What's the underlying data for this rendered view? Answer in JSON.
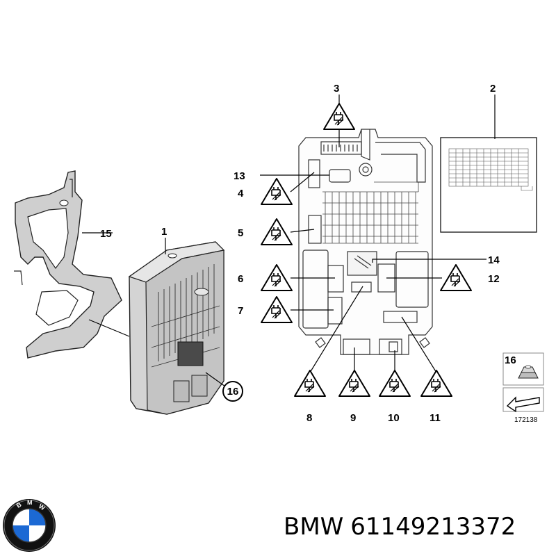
{
  "callouts": {
    "c1": "1",
    "c2": "2",
    "c3": "3",
    "c4": "4",
    "c5": "5",
    "c6": "6",
    "c7": "7",
    "c8": "8",
    "c9": "9",
    "c10": "10",
    "c11": "11",
    "c12": "12",
    "c13": "13",
    "c14": "14",
    "c15": "15",
    "c16": "16",
    "c16_detail": "16"
  },
  "diagram_ref": "172138",
  "caption": {
    "brand": "BMW",
    "part_number": "61149213372"
  },
  "logo": {
    "text": "BMW",
    "colors": {
      "blue": "#1c69d4",
      "white": "#ffffff",
      "ring": "#111111"
    }
  }
}
